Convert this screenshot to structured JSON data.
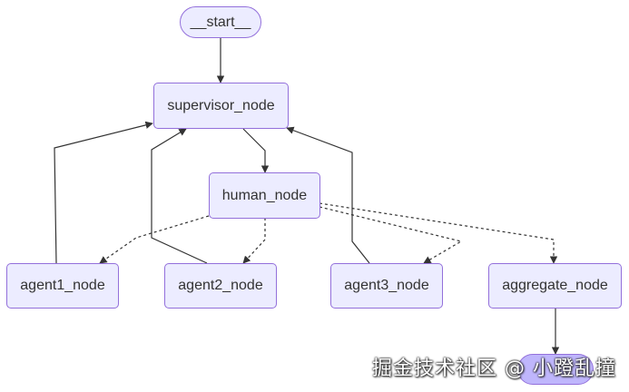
{
  "diagram": {
    "nodes": {
      "start": "__start__",
      "supervisor": "supervisor_node",
      "human": "human_node",
      "agent1": "agent1_node",
      "agent2": "agent2_node",
      "agent3": "agent3_node",
      "aggregate": "aggregate_node",
      "end": ""
    },
    "colors": {
      "node_fill": "#ECECFF",
      "node_border": "#9370DB",
      "end_fill": "#BFB6FC",
      "edge": "#333333"
    }
  },
  "watermark": "掘金技术社区 @ 小蹬乱撞"
}
